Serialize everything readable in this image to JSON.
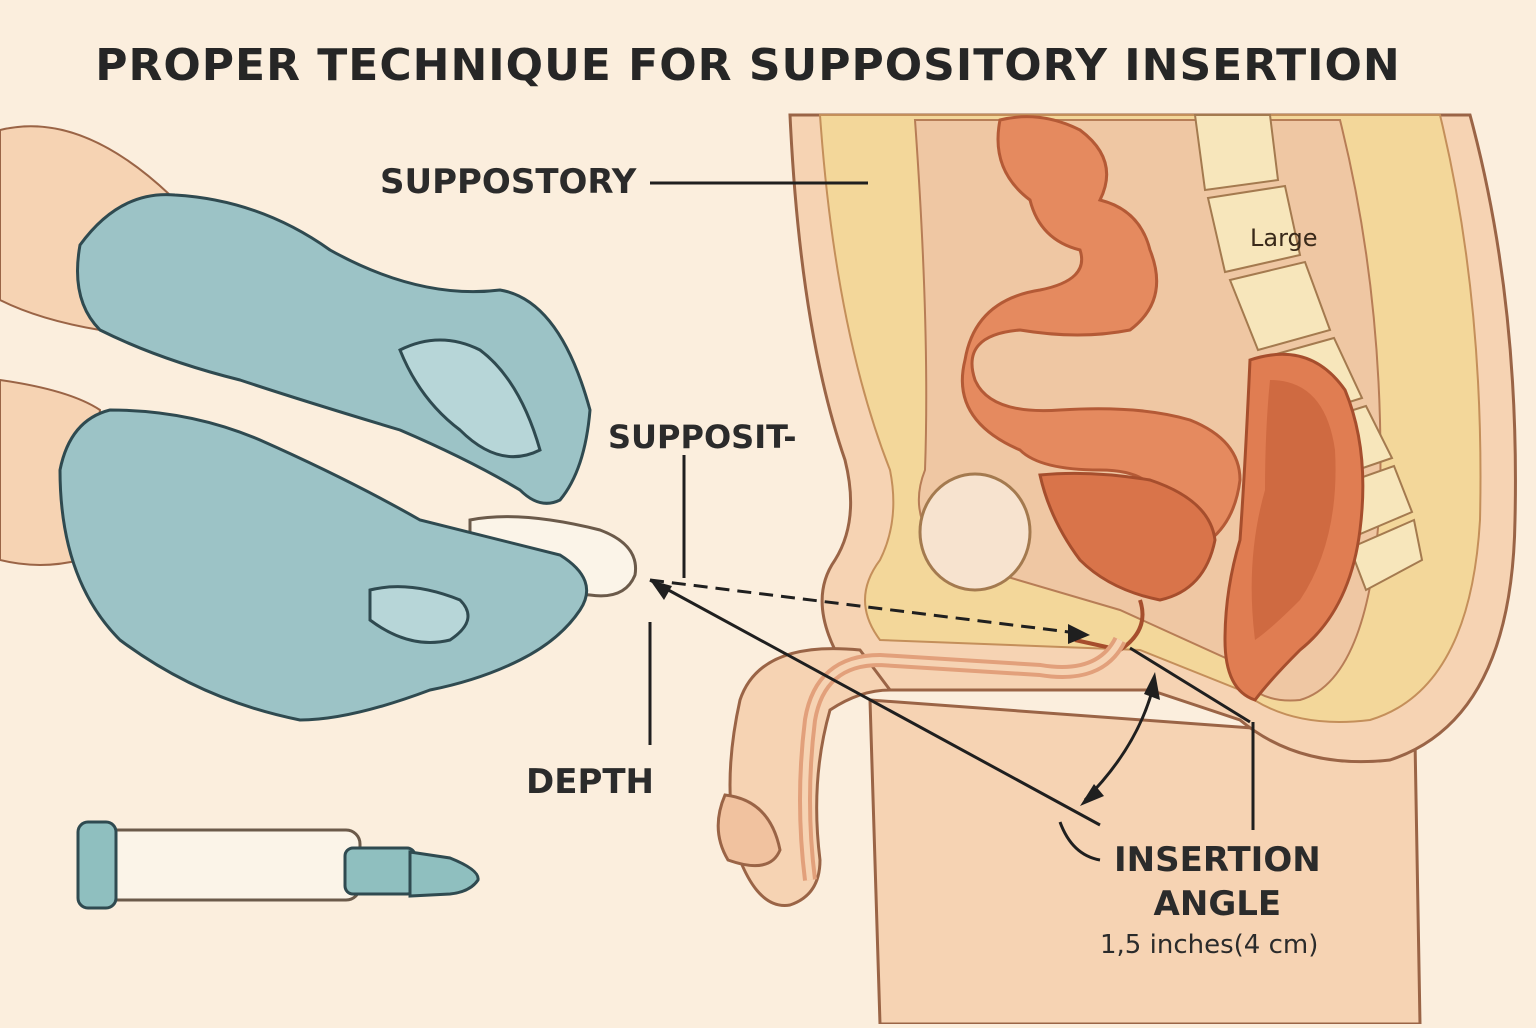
{
  "title": "PROPER TECHNIQUE FOR SUPPOSITORY INSERTION",
  "labels": {
    "suppostory": "SUPPOSTORY",
    "supposit": "SUPPOSIT-",
    "depth": "DEPTH",
    "large": "Large",
    "insertion_angle_line1": "INSERTION",
    "insertion_angle_line2": "ANGLE",
    "measurement": "1,5 inches(4 cm)"
  },
  "colors": {
    "background": "#fbeedd",
    "glove": "#9cc3c6",
    "skin": "#f6d3b3",
    "outline": "#8a5a3c",
    "intestine": "#e58a5f",
    "fat_layer": "#f3d79a",
    "text": "#262626"
  }
}
